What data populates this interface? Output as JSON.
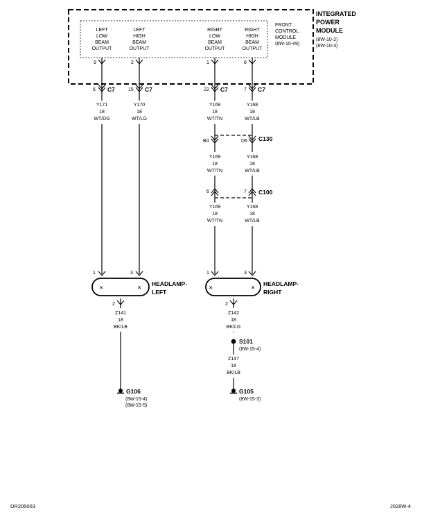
{
  "module": {
    "title_lines": [
      "INTEGRATED",
      "POWER",
      "MODULE"
    ],
    "refs": [
      "(8W-10-2)",
      "(8W-10-3)"
    ],
    "fcm_lines": [
      "FRONT",
      "CONTROL",
      "MODULE",
      "(8W-10-49)"
    ]
  },
  "outputs": [
    {
      "lines": [
        "LEFT",
        "LOW",
        "BEAM",
        "OUTPUT"
      ],
      "pin": "9",
      "c7_pin": "6"
    },
    {
      "lines": [
        "LEFT",
        "HIGH",
        "BEAM",
        "OUTPUT"
      ],
      "pin": "2",
      "c7_pin": "15"
    },
    {
      "lines": [
        "RIGHT",
        "LOW",
        "BEAM",
        "OUTPUT"
      ],
      "pin": "1",
      "c7_pin": "22"
    },
    {
      "lines": [
        "RIGHT",
        "HIGH",
        "BEAM",
        "OUTPUT"
      ],
      "pin": "8",
      "c7_pin": "7"
    }
  ],
  "c7_label": "C7",
  "wires_top": [
    {
      "circuit": "Y171",
      "gauge": "18",
      "color": "WT/DG"
    },
    {
      "circuit": "Y170",
      "gauge": "18",
      "color": "WT/LG"
    },
    {
      "circuit": "Y169",
      "gauge": "18",
      "color": "WT/TN"
    },
    {
      "circuit": "Y168",
      "gauge": "18",
      "color": "WT/LB"
    }
  ],
  "c130": {
    "label": "C130",
    "pin_left": "B4",
    "pin_right": "D6"
  },
  "wires_mid": [
    {
      "circuit": "Y169",
      "gauge": "18",
      "color": "WT/TN"
    },
    {
      "circuit": "Y168",
      "gauge": "18",
      "color": "WT/LB"
    }
  ],
  "c100": {
    "label": "C100",
    "pin_left": "6",
    "pin_right": "7"
  },
  "wires_low": [
    {
      "circuit": "Y169",
      "gauge": "18",
      "color": "WT/TN"
    },
    {
      "circuit": "Y168",
      "gauge": "18",
      "color": "WT/LB"
    }
  ],
  "headlamp_left": {
    "lines": [
      "HEADLAMP-",
      "LEFT"
    ],
    "pin_a": "1",
    "pin_b": "3",
    "ground_pin": "2",
    "ground_wire": {
      "circuit": "Z141",
      "gauge": "18",
      "color": "BK/LB"
    },
    "ground": {
      "label": "G106",
      "refs": [
        "(8W-15-4)",
        "(8W-15-5)"
      ]
    }
  },
  "headlamp_right": {
    "lines": [
      "HEADLAMP-",
      "RIGHT"
    ],
    "pin_a": "1",
    "pin_b": "3",
    "ground_pin": "2",
    "ground_wire": {
      "circuit": "Z142",
      "gauge": "18",
      "color": "BK/LG"
    },
    "splice": {
      "label": "S101",
      "ref": "(8W-15-4)"
    },
    "ground_wire2": {
      "circuit": "Z147",
      "gauge": "18",
      "color": "BK/LB"
    },
    "ground": {
      "label": "G105",
      "refs": [
        "(8W-15-3)"
      ]
    }
  },
  "footer": {
    "left": "DR205003",
    "right": "J028W-4"
  }
}
